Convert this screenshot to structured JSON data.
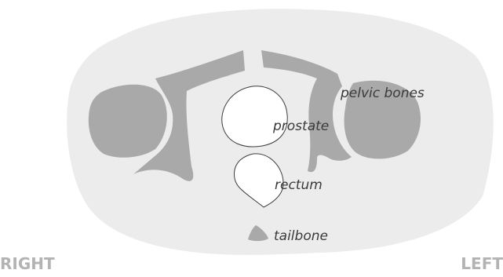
{
  "diagram": {
    "labels": {
      "pelvic_bones": "pelvic bones",
      "prostate": "prostate",
      "rectum": "rectum",
      "tailbone": "tailbone"
    },
    "orientation": {
      "right": "RIGHT",
      "left": "LEFT"
    },
    "colors": {
      "body_section": "#ececec",
      "bone": "#a9a9a9",
      "organ_fill": "#ffffff",
      "organ_outline": "#3c3c3c",
      "label_text": "#3a3a3a",
      "orientation_text": "#b3b3b3"
    }
  }
}
